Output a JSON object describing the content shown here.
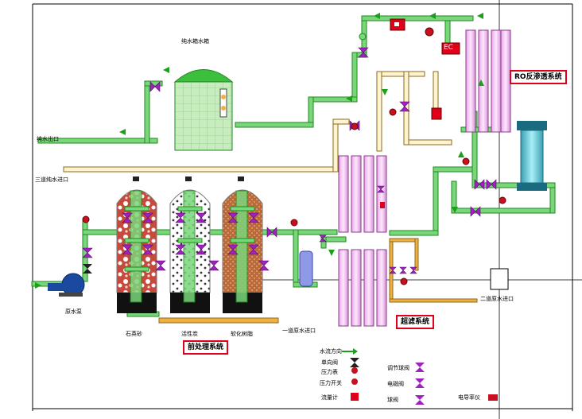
{
  "labels": {
    "pure_tank": "纯水箱水箱",
    "pure_outlet": "纯水出口",
    "second_outlet_top": "三道纯水进口",
    "raw_pump": "原水泵",
    "sand_filter": "石英砂",
    "carbon_filter": "活性炭",
    "softener": "软化树脂",
    "first_outlet": "一道原水进口",
    "second_outlet_right": "二道原水进口"
  },
  "system_boxes": {
    "ro": "RO反渗透系统",
    "uf": "超滤系统",
    "pre": "前处理系统",
    "ec": "EC"
  },
  "legend": {
    "flow_dir": "水流方向",
    "check_valve": "单向阀",
    "pressure_gauge": "压力表",
    "pressure_switch": "压力开关",
    "flow_meter": "流量计",
    "regulating_valve": "调节球阀",
    "solenoid_valve": "电磁阀",
    "ball_valve": "球阀",
    "conductivity": "电导率仪"
  },
  "colors": {
    "pipe": "#7ad67a",
    "pipe_edge": "#1f8a1f",
    "pipe_orange": "#f0b040",
    "membrane": "#f4c8f4",
    "valve": "#a020c0",
    "accent_red": "#e0001a",
    "tank_green": "#3cbf3c"
  }
}
